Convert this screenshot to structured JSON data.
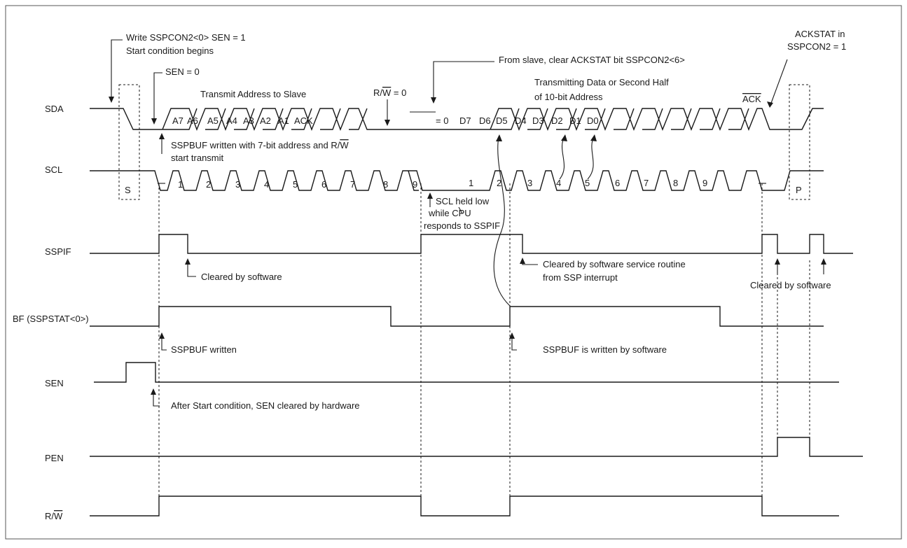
{
  "signals": {
    "sda": "SDA",
    "scl": "SCL",
    "sspif": "SSPIF",
    "bf": "BF (SSPSTAT<0>)",
    "sen": "SEN",
    "pen": "PEN",
    "rw_r": "R/",
    "rw_w": "W"
  },
  "notes": {
    "write_sen_1": "Write SSPCON2<0> SEN = 1",
    "write_sen_2": "Start condition begins",
    "sen_zero": "SEN = 0",
    "transmit_address": "Transmit Address to Slave",
    "rw_eq_r": "R/",
    "rw_eq_w": "W",
    "rw_eq_tail": " = 0",
    "from_slave": "From slave, clear ACKSTAT bit SSPCON2<6>",
    "ackstat_1": "ACKSTAT in",
    "ackstat_2": "SSPCON2 = 1",
    "transmitting_1": "Transmitting Data or Second Half",
    "transmitting_2": "of 10-bit Address",
    "ack_bar": "ACK",
    "sspbuf_7bit_1": "SSPBUF written with 7-bit address and R/",
    "sspbuf_7bit_w": "W",
    "sspbuf_7bit_2": "start transmit",
    "scl_held_1": "SCL held low",
    "scl_held_2": "while CPU",
    "scl_held_3": "responds to SSPIF",
    "cleared_sw": "Cleared by software",
    "cleared_service_1": "Cleared by software service routine",
    "cleared_service_2": "from SSP interrupt",
    "cleared_sw_right": "Cleared by software",
    "sspbuf_written": "SSPBUF written",
    "sspbuf_by_sw": "SSPBUF is written by software",
    "after_start": "After Start condition, SEN cleared by hardware",
    "s_label": "S",
    "p_label": "P"
  },
  "sda_bits_addr": [
    "A7",
    "A6",
    "A5",
    "A4",
    "A3",
    "A2",
    "A1",
    "ACK"
  ],
  "sda_bits_data": [
    "= 0",
    "D7",
    "D6",
    "D5",
    "D4",
    "D3",
    "D2",
    "D1",
    "D0"
  ],
  "scl_pulses_1": [
    "1",
    "2",
    "3",
    "4",
    "5",
    "6",
    "7",
    "8",
    "9"
  ],
  "scl_pulses_2": [
    "1",
    "2",
    "3",
    "4",
    "5",
    "6",
    "7",
    "8",
    "9"
  ]
}
